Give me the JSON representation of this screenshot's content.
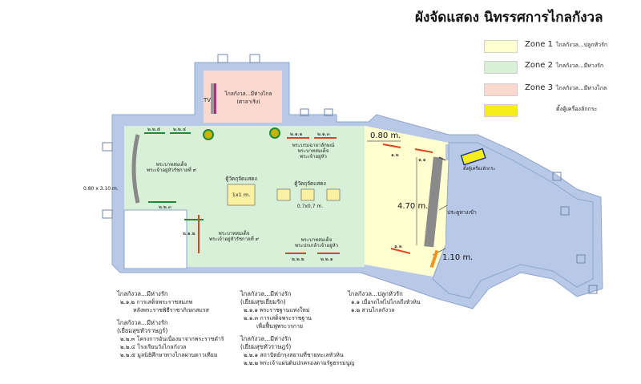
{
  "title": "ผังจัดแสดง  นิทรรศการไกลกังวล",
  "legend": [
    {
      "zone": "Zone 1",
      "desc": "ไกลกังวล...ปลูกหัวรัก",
      "color": "#ffffd0"
    },
    {
      "zone": "Zone 2",
      "desc": "ไกลกังวล...มีห่างรัก",
      "color": "#d8f0d8"
    },
    {
      "zone": "Zone 3",
      "desc": "ไกลกังวล...มีห่างไกล",
      "color": "#fcd9cf"
    },
    {
      "zone": "",
      "desc": "ตั้งตู้เครื่องลักกระ",
      "color": "#f5ee1a"
    }
  ],
  "colors": {
    "wall": "#b7c9e6",
    "wall_line": "#8ea6cc",
    "panel": "#e0441f",
    "green_mark": "#1e8a3a",
    "pillar": "#8a8a8a",
    "tv": "#e0177a",
    "box": "#fbf1a3",
    "orange": "#f0921e",
    "yellow": "#f5ee1a",
    "navy": "#1b2f8a"
  },
  "plan_labels": {
    "tv": "TV",
    "zone3_room": "ไกลกังวล...มีห่างไกล\n(ศาลาเริง)",
    "panel_top_left_a": "๒.๒.๕",
    "panel_top_left_b": "๒.๒.๔",
    "panel_top_mid_a": "๒.๑.๑",
    "panel_top_mid_b": "๒.๑.๓",
    "royal_top_right": "พระบรมฉายาลักษณ์\nพระบาทสมเด็จพระเจ้าอยู่หัว",
    "royal_left": "พระบาทสมเด็จ\nพระเจ้าอยู่หัวรัชกาลที่ ๙",
    "panel_left_bottom": "๒.๒.๓",
    "cabinet_1": "ตู้วัตถุจัดแสดง",
    "cabinet_1_size": "1x1 m.",
    "cabinet_2": "ตู้วัตถุจัดแสดง",
    "cabinet_2_size": "0.7x0.7 m.",
    "panel_left_mid": "๒.๑.๒",
    "royal_bottom_left": "พระบาทสมเด็จ\nพระเจ้าอยู่หัวรัชกาลที่ ๙",
    "royal_bottom_mid": "พระบาทสมเด็จ\nพระปกเกล้าเจ้าอยู่หัว",
    "panel_bottom_a": "๒.๒.๒",
    "panel_bottom_b": "๒.๒.๑",
    "z1_top_a": "๑.๒",
    "z1_top_b": "๑.๑",
    "z1_bottom": "๑.๒",
    "entrance": "ประตูทางเข้า",
    "kiosk": "ตั้งตู้เครื่องลักกระ"
  },
  "dimensions": {
    "left_wall": "0.80 x 3.10 m.",
    "z1_top": "0.80 m.",
    "z1_height": "4.70 m.",
    "z1_bottom": "1.10 m."
  },
  "notes": {
    "col1": [
      {
        "heading": "ไกลกังวล...มีห่างรัก",
        "items": [
          "๒.๑.๒ การเสด็จพระราชสมภพ",
          "หลังพระราชพิธีราชาภิเษกสมรส"
        ]
      },
      {
        "heading": "ไกลกังวล...มีห่างรัก\n(เยี่ยมสุขทัวราษฎร์)",
        "items": [
          "๒.๒.๓ โครงการอันเนื่องมาจากพระราชดำริ",
          "๒.๒.๔ โรงเรียนวังไกลกังวล",
          "๒.๒.๕ มูลนิธิศึกษาทางไกลผ่านดาวเทียม"
        ]
      }
    ],
    "col2": [
      {
        "heading": "ไกลกังวล...มีห่างรัก\n(เยี่ยมสุขเยี่ยมรัก)",
        "items": [
          "๒.๑.๑ พระราชฐานแห่งใหม่",
          "๒.๑.๓ การเสด็จพระราชฐาน",
          "เพื่อฟื้นฟูพระวรกาย"
        ]
      },
      {
        "heading": "ไกลกังวล...มีห่างรัก\n(เยี่ยมสุขทัวราษฎร์)",
        "items": [
          "๒.๒.๑ สถาปัตย์กรุงสยามที่ชายทะเลหัวหิน",
          "๒.๒.๒ พระเจ้าแผ่นดินปกครองตามรัฐธรรมนูญ"
        ]
      }
    ],
    "col3": [
      {
        "heading": "ไกลกังวล...ปลูกหัวรัก",
        "items": [
          "๑.๑ เมื่อรถไฟไปไกลถึงหัวหิน",
          "๑.๒ สวนไกลกังวล"
        ]
      }
    ]
  }
}
